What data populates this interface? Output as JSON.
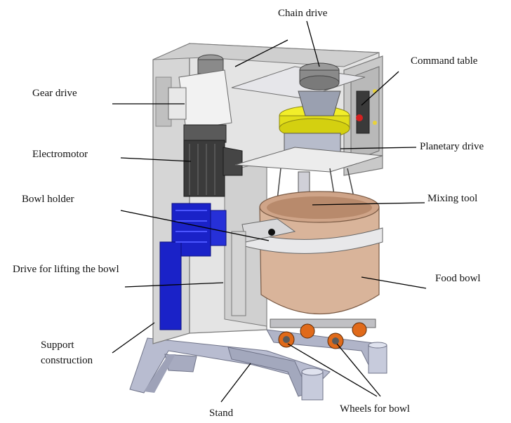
{
  "labels": {
    "chain_drive": "Chain drive",
    "command_table": "Command table",
    "gear_drive": "Gear drive",
    "electromotor": "Electromotor",
    "planetary_drive": "Planetary drive",
    "bowl_holder": "Bowl holder",
    "mixing_tool": "Mixing tool",
    "drive_for_lifting_the_bowl": "Drive for lifting the bowl",
    "food_bowl": "Food bowl",
    "support_construction": "Support construction",
    "stand": "Stand",
    "wheels_for_bowl": "Wheels for bowl"
  },
  "colors": {
    "housing": "#d9d9d9",
    "housing_edge": "#7a7a7a",
    "motor": "#3b3b3b",
    "blue_drive": "#1a22c8",
    "yellow_ring": "#f2ee2a",
    "bowl": "#d9b49a",
    "bowl_rim": "#cfa488",
    "stand": "#b8bcd0",
    "wheel": "#e06a1a",
    "leader": "#000000"
  }
}
